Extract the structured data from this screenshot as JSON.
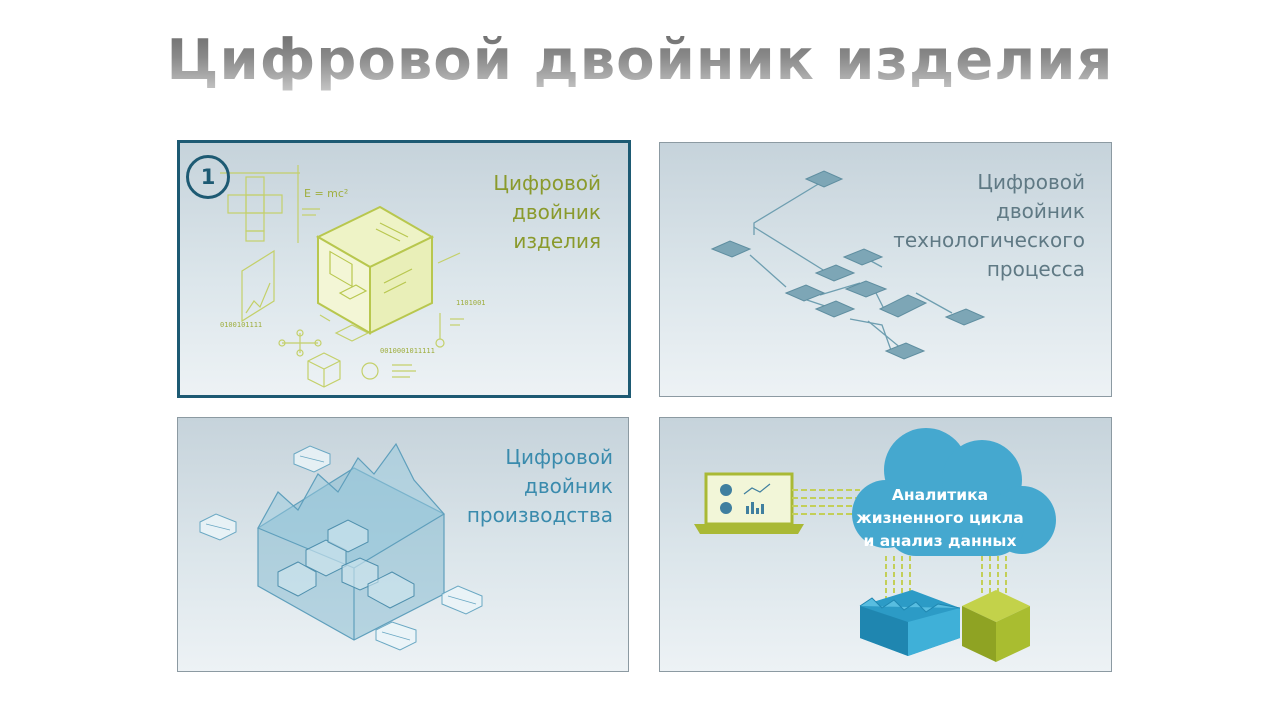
{
  "slide": {
    "title": "Цифровой двойник изделия",
    "colors": {
      "title_gray": "#8a8a8a",
      "active_border": "#1d5a73",
      "product_green": "#8a9a2c",
      "process_gray": "#5f7984",
      "production_blue": "#3a8bad",
      "cloud_blue": "#45a8cf"
    }
  },
  "panels": {
    "product": {
      "badge": "1",
      "lines": [
        "Цифровой",
        "двойник",
        "изделия"
      ],
      "formula": "E = mc²",
      "binary": [
        "1101001",
        "0100101111",
        "0010001011111"
      ],
      "active": true
    },
    "process": {
      "lines": [
        "Цифровой",
        "двойник",
        "технологического",
        "процесса"
      ]
    },
    "production": {
      "lines": [
        "Цифровой",
        "двойник",
        "производства"
      ]
    },
    "analytics": {
      "lines": [
        "Аналитика",
        "жизненного цикла",
        "и анализ данных"
      ]
    }
  }
}
